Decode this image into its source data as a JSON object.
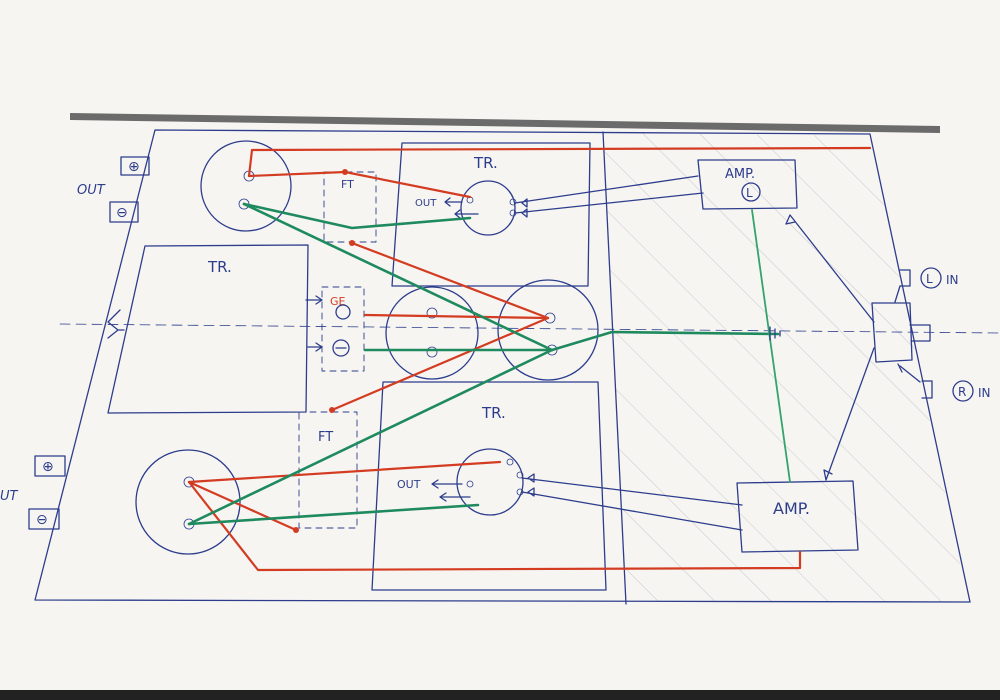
{
  "diagram": {
    "labels": {
      "out_top": "OUT",
      "out_bottom": "UT",
      "transformer_top": "TR.",
      "transformer_left": "TR.",
      "transformer_bottom": "TR.",
      "amp_left": "AMP.",
      "amp_left_channel": "L",
      "amp_right": "AMP.",
      "input_left_channel": "L",
      "input_left_suffix": "IN",
      "input_right_channel": "R",
      "input_right_suffix": "IN",
      "filter_top": "FT",
      "filter_bottom": "FT",
      "psu_positive": "GE",
      "out_internal_top": "OUT",
      "out_internal_bottom": "OUT"
    },
    "colors": {
      "pencil_blue": "#2d3d8c",
      "wire_red": "#d43c22",
      "wire_green": "#1e8a5e",
      "paper": "#f7f6f3"
    }
  }
}
